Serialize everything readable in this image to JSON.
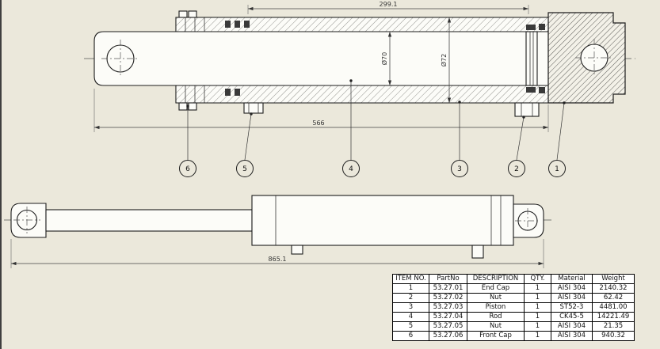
{
  "colors": {
    "background": "#ebe8db",
    "line": "#1c1c1c",
    "paper": "#fcfcf8"
  },
  "section_view": {
    "dim_stroke_length": "299.1",
    "dim_bore_diameter": "Ø70",
    "dim_tube_diameter": "Ø72",
    "dim_body_length": "566"
  },
  "side_view": {
    "dim_overall_length": "865.1"
  },
  "balloons": [
    {
      "label": "6"
    },
    {
      "label": "5"
    },
    {
      "label": "4"
    },
    {
      "label": "3"
    },
    {
      "label": "2"
    },
    {
      "label": "1"
    }
  ],
  "bom": {
    "headers": [
      "ITEM NO.",
      "PartNo",
      "DESCRIPTION",
      "QTY.",
      "Material",
      "Weight"
    ],
    "rows": [
      {
        "item": "1",
        "part": "53.27.01",
        "desc": "End Cap",
        "qty": "1",
        "material": "AISI 304",
        "weight": "2140.32"
      },
      {
        "item": "2",
        "part": "53.27.02",
        "desc": "Nut",
        "qty": "1",
        "material": "AISI 304",
        "weight": "62.42"
      },
      {
        "item": "3",
        "part": "53.27.03",
        "desc": "Piston",
        "qty": "1",
        "material": "ST52-3",
        "weight": "4481.00"
      },
      {
        "item": "4",
        "part": "53.27.04",
        "desc": "Rod",
        "qty": "1",
        "material": "CK45-5",
        "weight": "14221.49"
      },
      {
        "item": "5",
        "part": "53.27.05",
        "desc": "Nut",
        "qty": "1",
        "material": "AISI 304",
        "weight": "21.35"
      },
      {
        "item": "6",
        "part": "53.27.06",
        "desc": "Front Cap",
        "qty": "1",
        "material": "AISI 304",
        "weight": "940.32"
      }
    ]
  }
}
